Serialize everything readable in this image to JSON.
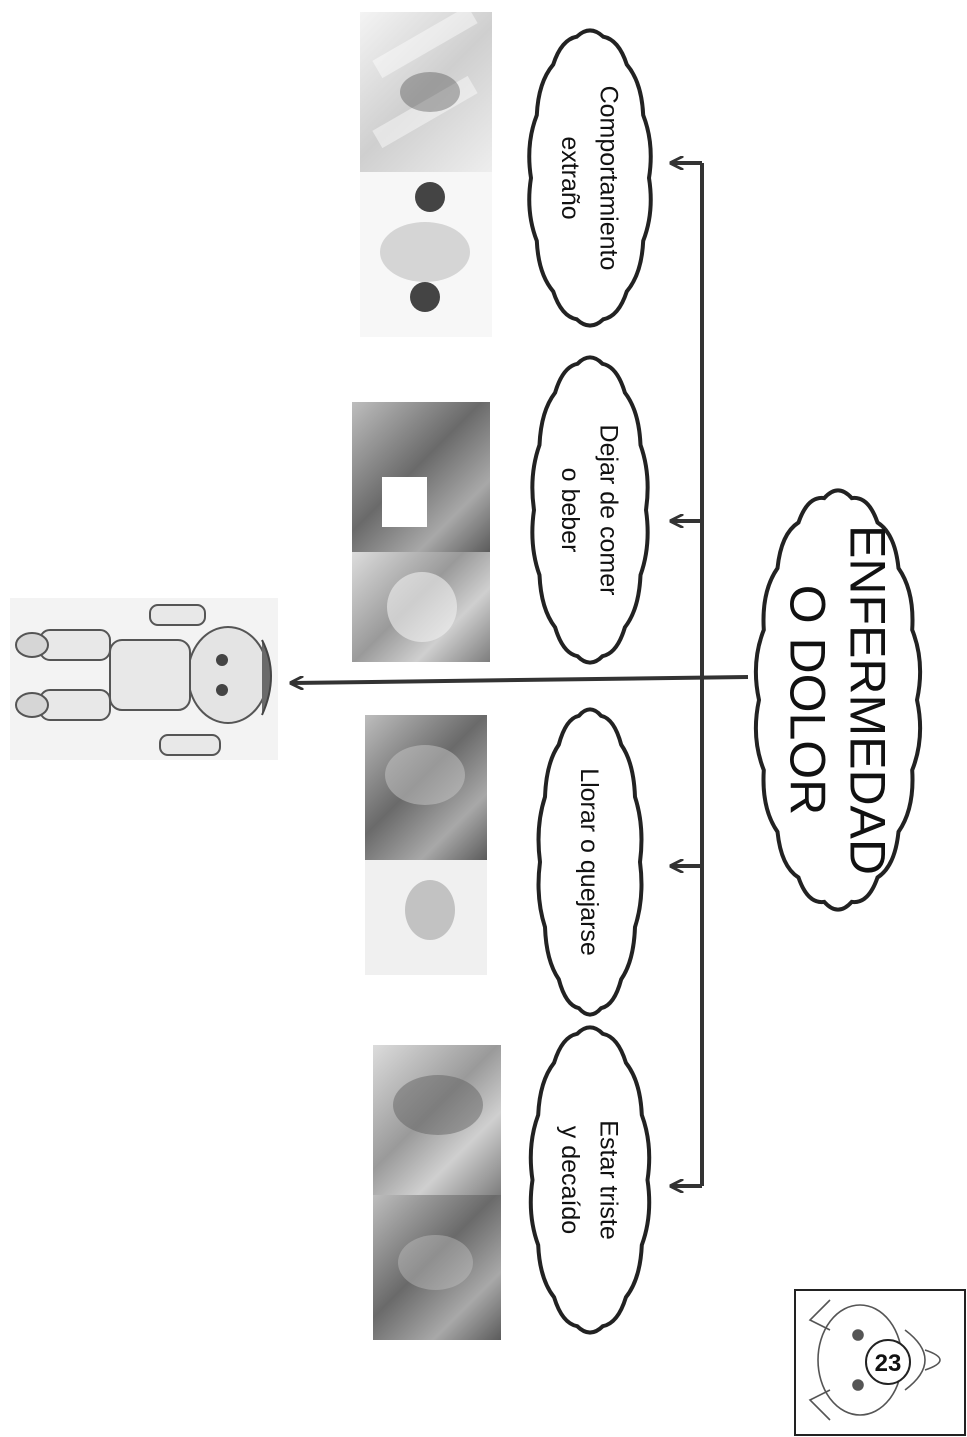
{
  "diagram": {
    "center": {
      "text": "ENFERMEDAD\nO DOLOR"
    },
    "branches": [
      {
        "text": "Comportamiento\nextraño",
        "photos": [
          "dog-in-crate-photo",
          "cartoon-dog-illustration"
        ]
      },
      {
        "text": "Dejar de comer\no beber",
        "photos": [
          "dog-food-photo",
          "dog-face-photo"
        ]
      },
      {
        "text": "Llorar o quejarse",
        "photos": [
          "dog-lying-photo",
          "dog-crying-illustration"
        ]
      },
      {
        "text": "Estar triste\ny decaído",
        "photos": [
          "sad-dog-photo",
          "dog-resting-photo"
        ]
      }
    ],
    "target": {
      "icon": "cartoon-boy-illustration"
    },
    "page_badge": {
      "number": "23",
      "icon": "cartoon-cat-illustration"
    }
  },
  "colors": {
    "line": "#333333",
    "cloud_stroke": "#222222",
    "text": "#111111"
  }
}
